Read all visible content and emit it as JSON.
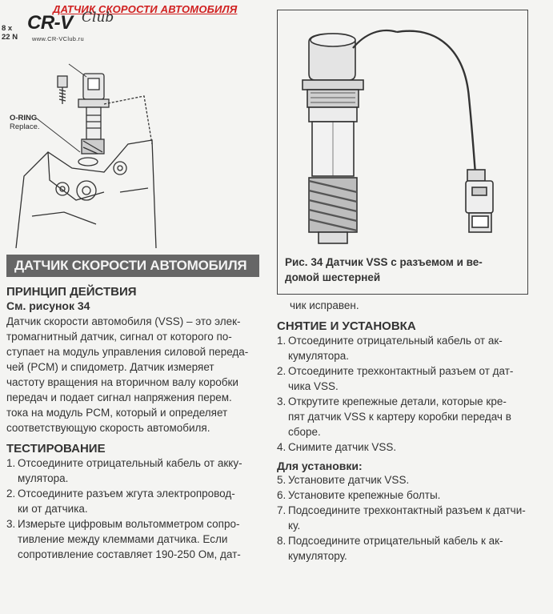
{
  "header": {
    "title": "ДАТЧИК СКОРОСТИ АВТОМОБИЛЯ",
    "torque_line1": "8 x",
    "torque_line2": "22 N",
    "logo_text": "CR-V",
    "logo_script": "Club",
    "logo_url": "www.CR-VClub.ru"
  },
  "left_figure": {
    "oring_label": "O-RING",
    "oring_note": "Replace."
  },
  "right_figure": {
    "caption_line1": "Рис. 34 Датчик VSS с разъемом и ве-",
    "caption_line2": "домой шестерней"
  },
  "section": {
    "title": "ДАТЧИК СКОРОСТИ АВТОМОБИЛЯ"
  },
  "principle": {
    "heading": "ПРИНЦИП ДЕЙСТВИЯ",
    "ref": "См. рисунок 34",
    "lines": [
      "Датчик скорости автомобиля (VSS) – это элек-",
      "тромагнитный датчик, сигнал от которого по-",
      "ступает на модуль управления силовой переда-",
      "чей (PCM) и спидометр. Датчик измеряет",
      "частоту вращения на вторичном валу коробки",
      "передач и подает сигнал напряжения перем.",
      "тока на  модуль PCM, который и определяет",
      "соответствующую скорость автомобиля."
    ]
  },
  "testing": {
    "heading": "ТЕСТИРОВАНИЕ",
    "steps": [
      {
        "num": "1.",
        "lines": [
          "Отсоедините отрицательный кабель от акку-",
          "мулятора."
        ]
      },
      {
        "num": "2.",
        "lines": [
          "Отсоедините разъем жгута электропровод-",
          "ки от датчика."
        ]
      },
      {
        "num": "3.",
        "lines": [
          "Измерьте цифровым вольтомметром сопро-",
          "тивление между клеммами датчика. Если",
          "сопротивление составляет 190-250 Ом, дат-"
        ]
      }
    ]
  },
  "right_col": {
    "continued": "чик исправен.",
    "removal_heading": "СНЯТИЕ И УСТАНОВКА",
    "removal_steps": [
      {
        "num": "1.",
        "lines": [
          "Отсоедините отрицательный кабель от ак-",
          "кумулятора."
        ]
      },
      {
        "num": "2.",
        "lines": [
          "Отсоедините трехконтактный разъем от дат-",
          "чика VSS."
        ]
      },
      {
        "num": "3.",
        "lines": [
          "Открутите крепежные детали, которые кре-",
          "пят датчик VSS к картеру коробки передач в",
          "сборе."
        ]
      },
      {
        "num": "4.",
        "lines": [
          "Снимите датчик VSS."
        ]
      }
    ],
    "install_heading": "Для установки:",
    "install_steps": [
      {
        "num": "5.",
        "lines": [
          "Установите датчик VSS."
        ]
      },
      {
        "num": "6.",
        "lines": [
          "Установите крепежные болты."
        ]
      },
      {
        "num": "7.",
        "lines": [
          "Подсоедините трехконтактный разъем к датчи-",
          "ку."
        ]
      },
      {
        "num": "8.",
        "lines": [
          "Подсоедините отрицательный кабель к ак-",
          "кумулятору."
        ]
      }
    ]
  }
}
